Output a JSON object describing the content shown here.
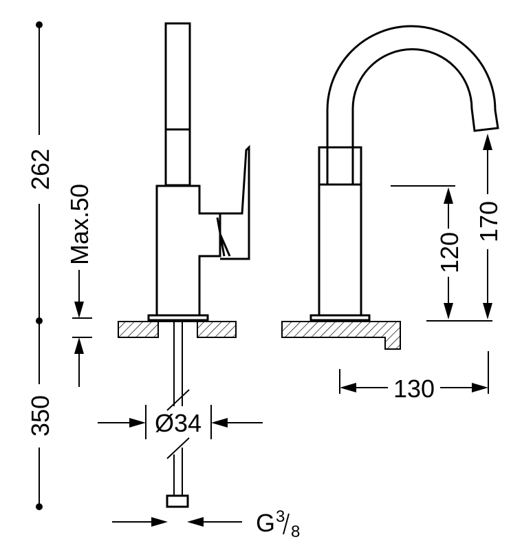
{
  "dimensions": {
    "height_above_counter": "262",
    "counter_max": "Max.50",
    "below_counter": "350",
    "spout_pipe": "120",
    "spout_height": "170",
    "spout_reach": "130",
    "base_diameter": "Ø34",
    "connection_prefix": "G",
    "connection_num": "3",
    "connection_den": "8"
  }
}
